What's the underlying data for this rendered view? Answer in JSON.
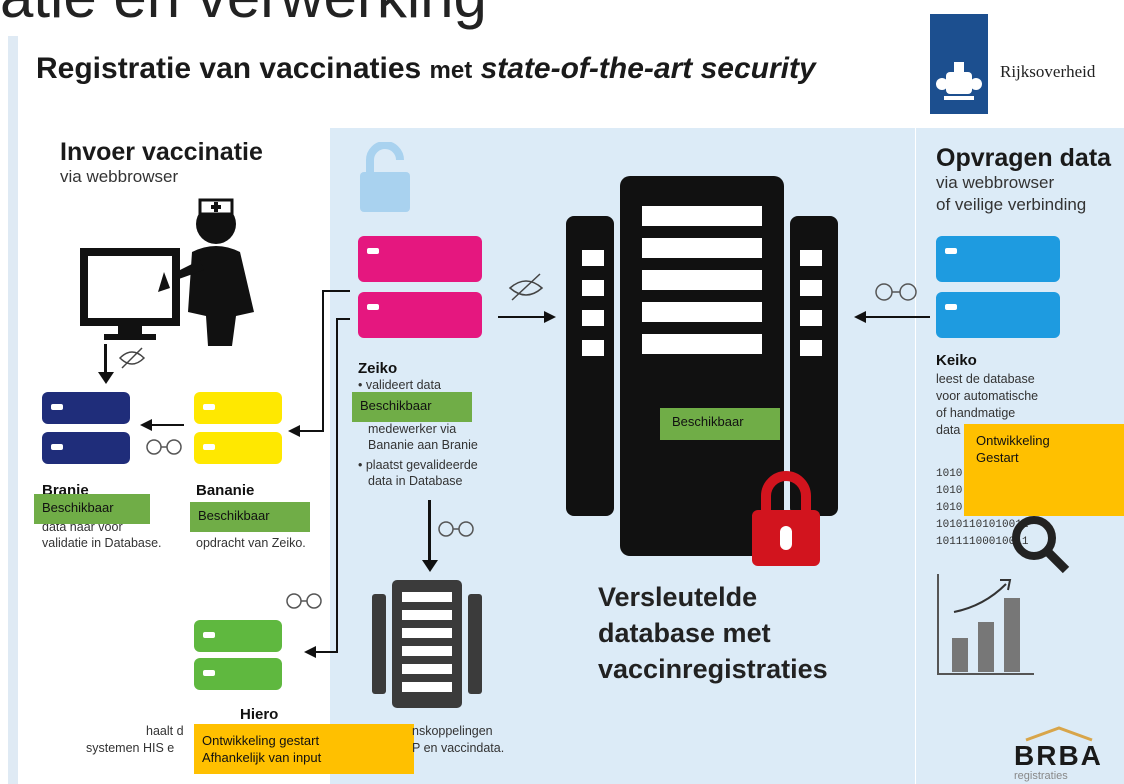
{
  "page": {
    "top_title": "atie en verwerking",
    "headline_bold": "Registratie van vaccinaties",
    "headline_mid": "met",
    "headline_italic": "state-of-the-art security"
  },
  "logo": {
    "text": "Rijksoverheid"
  },
  "brand": {
    "name": "BRBA",
    "sub": "registraties"
  },
  "left": {
    "title": "Invoer vaccinatie",
    "subtitle": "via webbrowser"
  },
  "right": {
    "title": "Opvragen data",
    "subtitle_1": "via webbrowser",
    "subtitle_2": "of veilige verbinding"
  },
  "nodes": {
    "zeiko": {
      "name": "Zeiko",
      "desc_1": "• valideert data",
      "desc_2": "medewerker via",
      "desc_3": "Bananie aan Branie",
      "desc_4": "• plaatst gevalideerde",
      "desc_5": "data in Database"
    },
    "keiko": {
      "name": "Keiko",
      "desc_1": "leest de database",
      "desc_2": "voor automatische",
      "desc_3": "of handmatige",
      "desc_4": "data"
    },
    "branie": {
      "name": "Branie",
      "desc_1": "data naar voor",
      "desc_2": "validatie in Database."
    },
    "bananie": {
      "name": "Bananie",
      "desc_2": "opdracht van Zeiko."
    },
    "hiero": {
      "name": "Hiero",
      "desc_1": "haalt d",
      "desc_2": "systemen HIS e"
    },
    "koppeling": {
      "desc_1": "nskoppelingen",
      "desc_2": "P en vaccindata."
    },
    "binary": [
      "1010",
      "1010",
      "1010",
      "10101101010011",
      "10111100010011"
    ]
  },
  "database": {
    "line_1": "Versleutelde",
    "line_2": "database met",
    "line_3": "vaccinregistraties"
  },
  "status": {
    "zeiko": "Beschikbaar",
    "database": "Beschikbaar",
    "branie": "Beschikbaar",
    "bananie": "Beschikbaar",
    "keiko_1": "Ontwikkeling",
    "keiko_2": "Gestart",
    "hiero_1": "Ontwikkeling gestart",
    "hiero_2": "Afhankelijk van input"
  },
  "colors": {
    "magenta": "#e5177f",
    "yellow": "#ffe800",
    "navy": "#1f2d7a",
    "green": "#5fb83f",
    "blue": "#1e9be0",
    "status_green": "#70ad47",
    "status_orange": "#ffc000",
    "lock_red": "#d2141e"
  }
}
